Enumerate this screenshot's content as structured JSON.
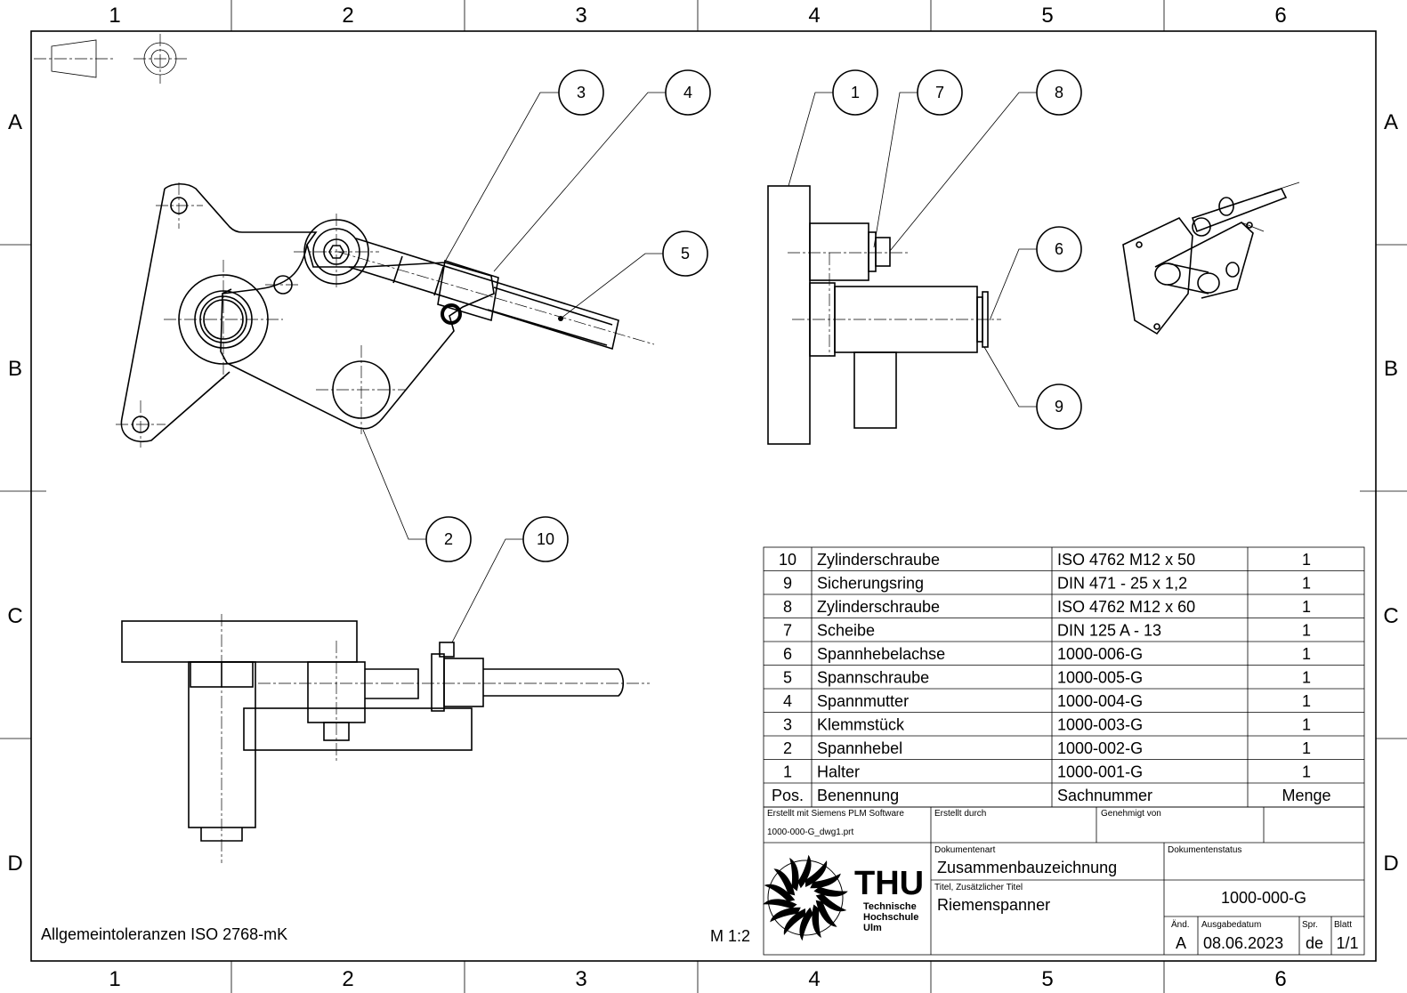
{
  "frame": {
    "columns": [
      "1",
      "2",
      "3",
      "4",
      "5",
      "6"
    ],
    "rows": [
      "A",
      "B",
      "C",
      "D"
    ]
  },
  "balloons": {
    "b1": "1",
    "b2": "2",
    "b3": "3",
    "b4": "4",
    "b5": "5",
    "b6": "6",
    "b7": "7",
    "b8": "8",
    "b9": "9",
    "b10": "10"
  },
  "parts_list": {
    "header": {
      "pos": "Pos.",
      "name": "Benennung",
      "number": "Sachnummer",
      "qty": "Menge"
    },
    "rows": [
      {
        "pos": "10",
        "name": "Zylinderschraube",
        "number": "ISO 4762 M12 x 50",
        "qty": "1"
      },
      {
        "pos": "9",
        "name": "Sicherungsring",
        "number": "DIN 471 - 25 x 1,2",
        "qty": "1"
      },
      {
        "pos": "8",
        "name": "Zylinderschraube",
        "number": "ISO 4762 M12 x 60",
        "qty": "1"
      },
      {
        "pos": "7",
        "name": "Scheibe",
        "number": "DIN 125 A - 13",
        "qty": "1"
      },
      {
        "pos": "6",
        "name": "Spannhebelachse",
        "number": "1000-006-G",
        "qty": "1"
      },
      {
        "pos": "5",
        "name": "Spannschraube",
        "number": "1000-005-G",
        "qty": "1"
      },
      {
        "pos": "4",
        "name": "Spannmutter",
        "number": "1000-004-G",
        "qty": "1"
      },
      {
        "pos": "3",
        "name": "Klemmstück",
        "number": "1000-003-G",
        "qty": "1"
      },
      {
        "pos": "2",
        "name": "Spannhebel",
        "number": "1000-002-G",
        "qty": "1"
      },
      {
        "pos": "1",
        "name": "Halter",
        "number": "1000-001-G",
        "qty": "1"
      }
    ]
  },
  "title_block": {
    "created_with": "Erstellt mit Siemens PLM Software",
    "file_name": "1000-000-G_dwg1.prt",
    "created_by_label": "Erstellt durch",
    "approved_by_label": "Genehmigt von",
    "doc_type_label": "Dokumentenart",
    "doc_type": "Zusammenbauzeichnung",
    "doc_status_label": "Dokumentenstatus",
    "title_label": "Titel, Zusätzlicher Titel",
    "title": "Riemenspanner",
    "drawing_number": "1000-000-G",
    "rev_label": "Änd.",
    "rev": "A",
    "date_label": "Ausgabedatum",
    "date": "08.06.2023",
    "lang_label": "Spr.",
    "lang": "de",
    "sheet_label": "Blatt",
    "sheet": "1/1",
    "logo": {
      "brand": "THU",
      "line1": "Technische",
      "line2": "Hochschule",
      "line3": "Ulm"
    }
  },
  "notes": {
    "tolerances": "Allgemeintoleranzen ISO 2768-mK",
    "scale": "M 1:2"
  }
}
